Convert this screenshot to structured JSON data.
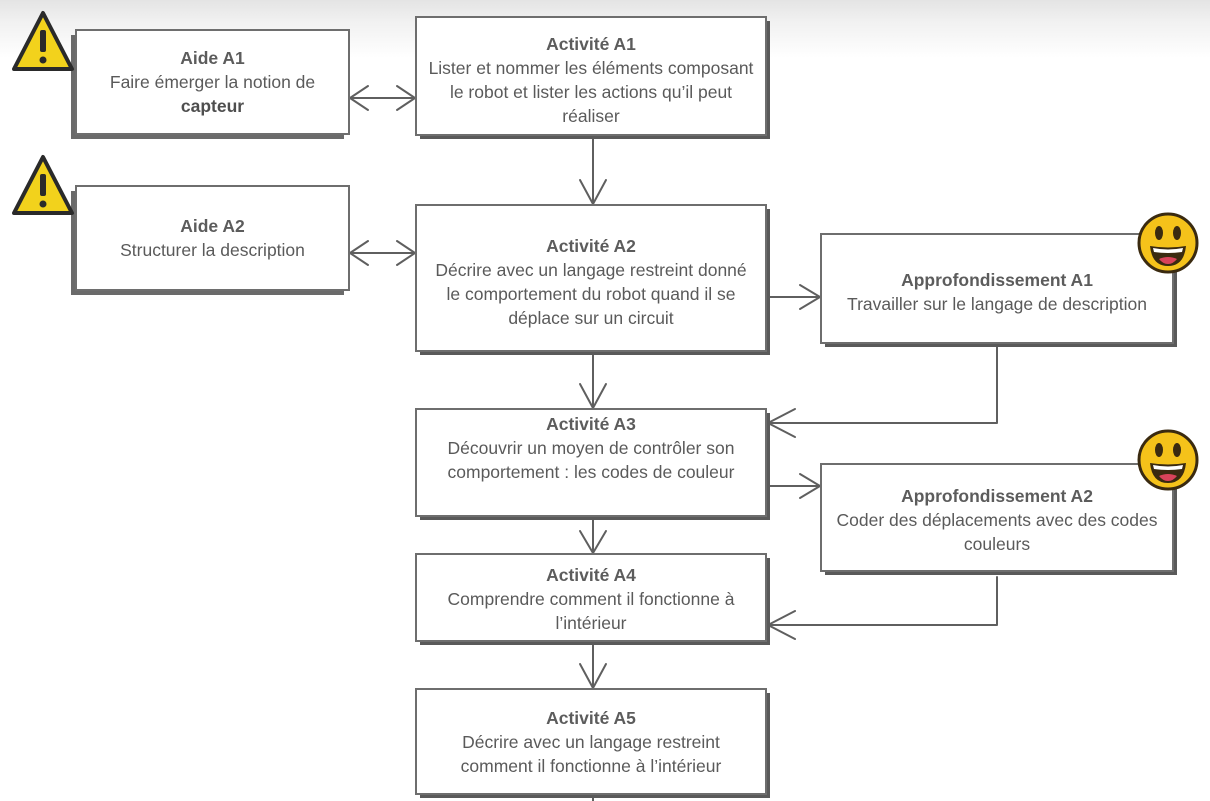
{
  "aides": [
    {
      "title": "Aide A1",
      "desc_pre": "Faire émerger la notion de",
      "desc_bold": "capteur"
    },
    {
      "title": "Aide A2",
      "desc": "Structurer la description"
    }
  ],
  "activities": [
    {
      "title": "Activité A1",
      "desc": "Lister et nommer  les éléments composant le robot et lister les actions  qu’il peut réaliser"
    },
    {
      "title": "Activité A2",
      "desc": "Décrire avec un langage restreint donné le comportement du robot quand il se déplace sur un circuit"
    },
    {
      "title": "Activité A3",
      "desc": "Découvrir un moyen de contrôler son comportement : les codes de couleur"
    },
    {
      "title": "Activité A4",
      "desc": "Comprendre comment il fonctionne à l’intérieur"
    },
    {
      "title": "Activité A5",
      "desc": "Décrire avec un langage restreint comment il fonctionne à l’intérieur"
    }
  ],
  "approfondissements": [
    {
      "title": "Approfondissement A1",
      "desc": "Travailler sur le langage de description"
    },
    {
      "title": "Approfondissement A2",
      "desc": "Coder des déplacements avec des codes couleurs"
    }
  ],
  "icons": {
    "warning": "warning-icon",
    "smiley": "smiley-icon"
  },
  "colors": {
    "warning_fill": "#f2d21c",
    "smiley_fill": "#f5c21a",
    "line": "#5f5f5f",
    "text": "#595959"
  }
}
